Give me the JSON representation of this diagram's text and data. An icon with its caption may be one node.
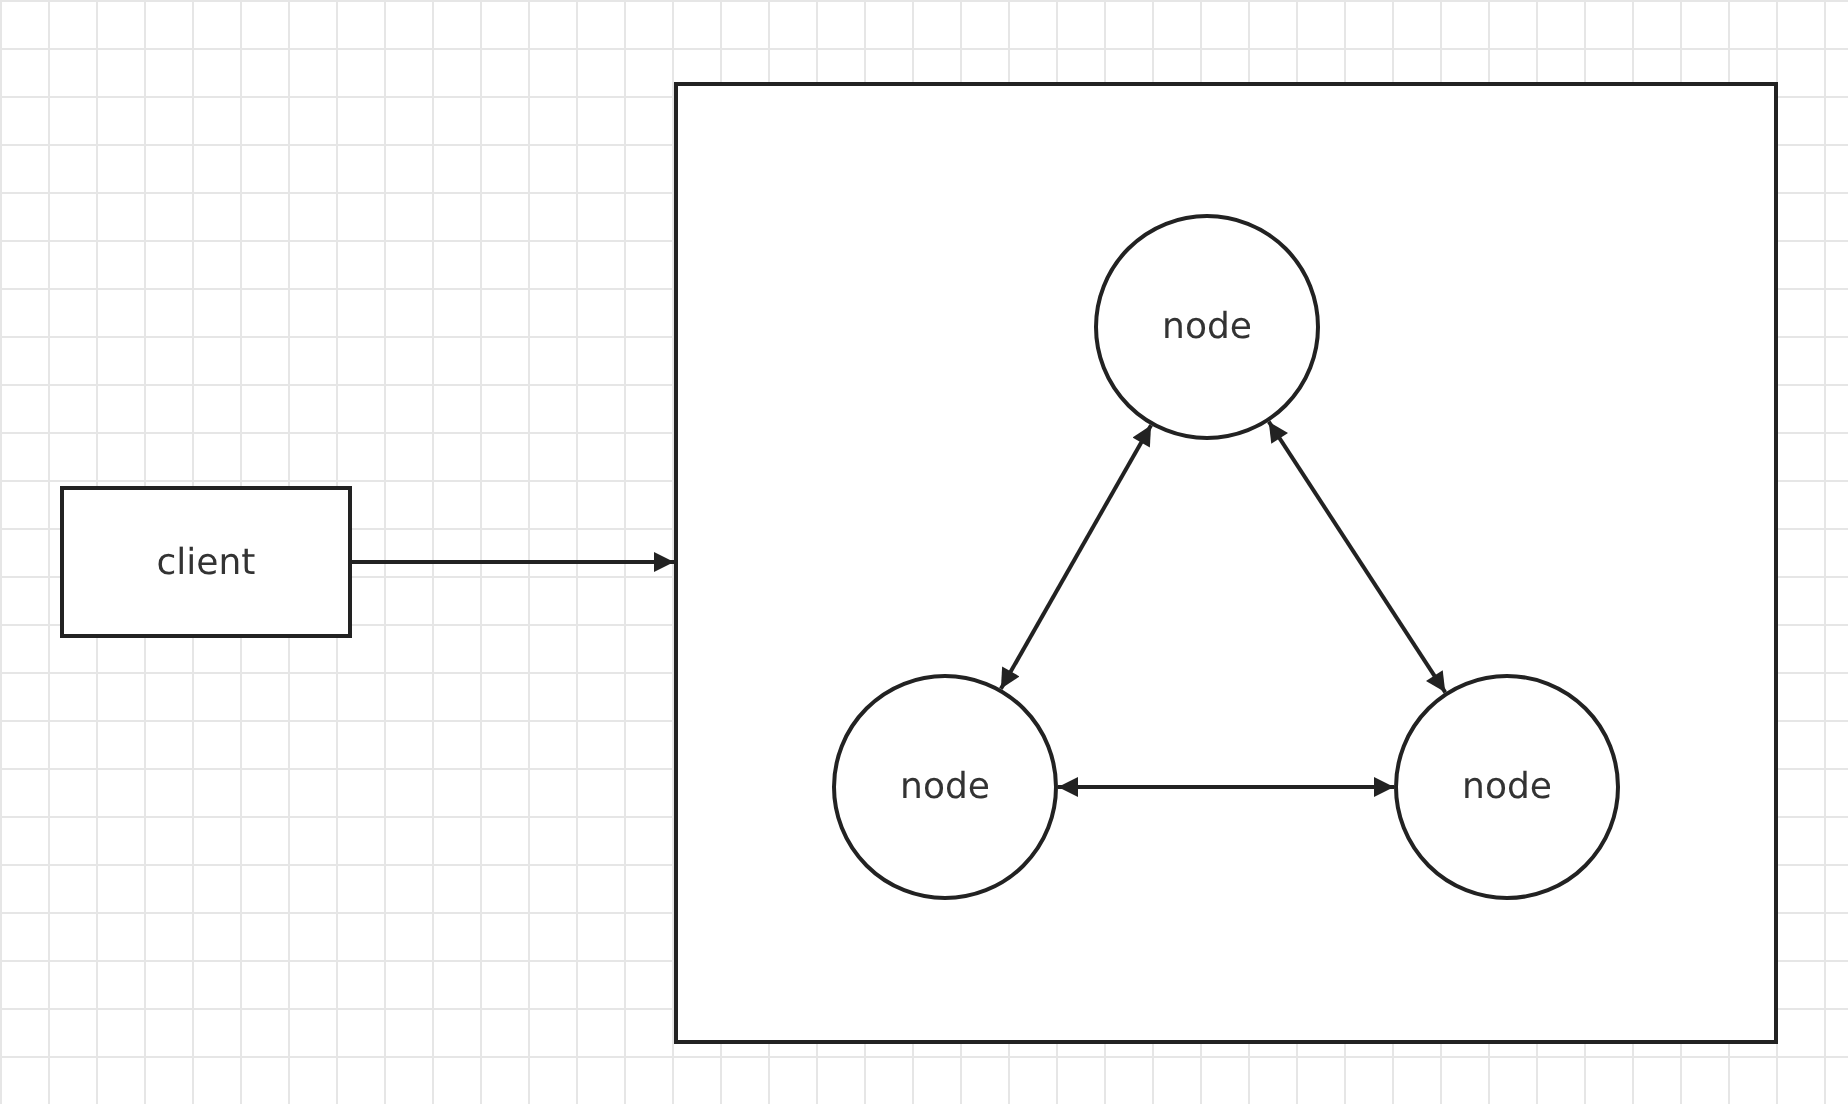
{
  "diagram": {
    "nodes": [
      {
        "text": [
          "client"
        ]
      },
      {
        "text": [],
        "shape": "box"
      },
      {
        "text": [
          "node"
        ],
        "in": 1
      },
      {
        "text": [
          "node"
        ],
        "in": 1
      },
      {
        "text": [
          "node"
        ],
        "in": 1
      }
    ],
    "edges": [
      {
        "from": 0,
        "to": 1,
        "arrow": "to"
      },
      {
        "from": 2,
        "to": 3,
        "arrow": "both"
      },
      {
        "from": 2,
        "to": 4,
        "arrow": "both"
      },
      {
        "from": 3,
        "to": 4,
        "arrow": "both"
      }
    ]
  }
}
